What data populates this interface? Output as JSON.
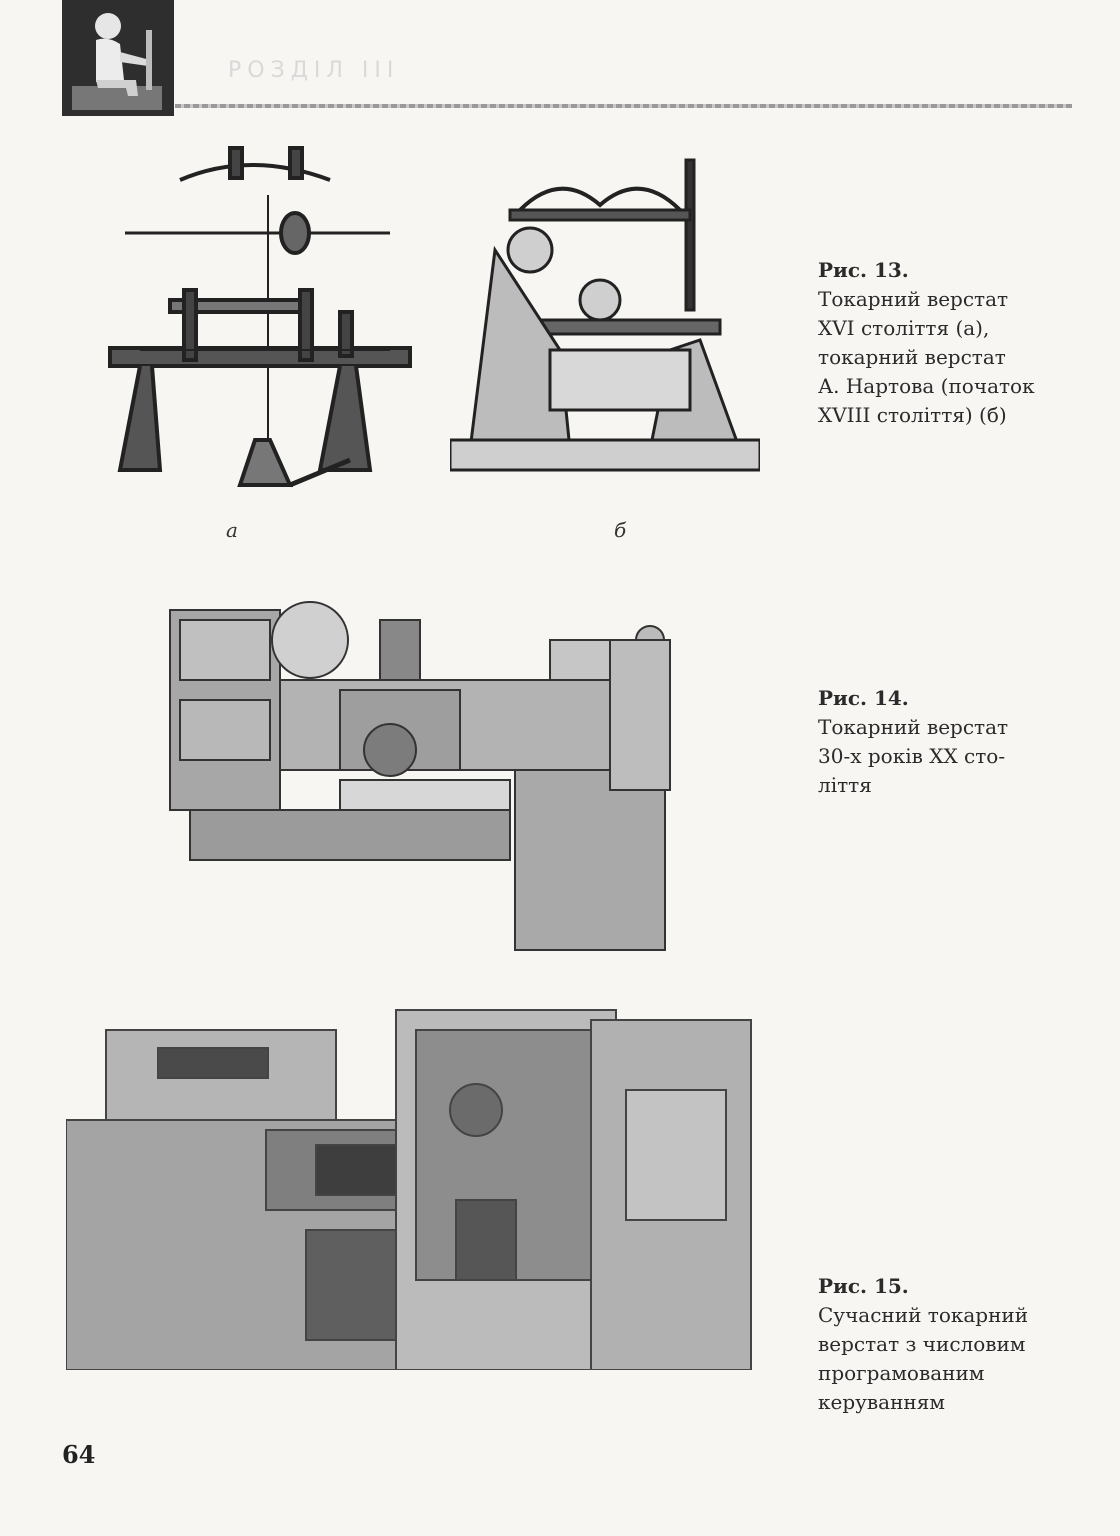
{
  "header": {
    "section_label": "РОЗДІЛ III"
  },
  "figures": {
    "fig13": {
      "title": "Рис. 13.",
      "text": "Токарний верстат\nXVI століття (а),\nтокарний верстат\nА. Нартова (початок\nXVIII століття) (б)",
      "sublabel_a": "а",
      "sublabel_b": "б"
    },
    "fig14": {
      "title": "Рис. 14.",
      "text": "Токарний верстат\n30-х років XX сто-\nліття"
    },
    "fig15": {
      "title": "Рис. 15.",
      "text": "Сучасний токарний\nверстат з числовим\nпрограмованим\nкеруванням"
    }
  },
  "page_number": "64"
}
